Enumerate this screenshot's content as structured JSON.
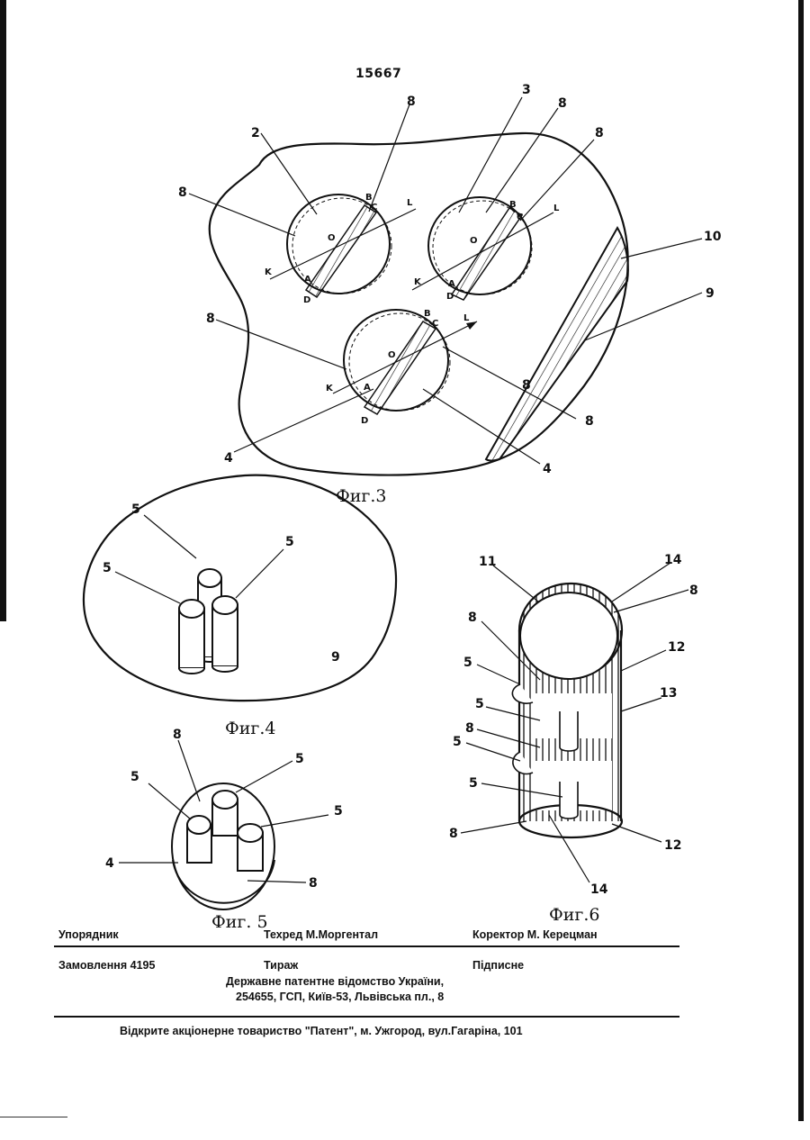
{
  "patent_number": "15667",
  "figures": {
    "fig3": {
      "caption": "Фиг.3",
      "numbers": [
        "2",
        "3",
        "4",
        "4",
        "8",
        "8",
        "8",
        "8",
        "8",
        "8",
        "8",
        "9",
        "10"
      ],
      "letters": [
        "K",
        "O",
        "A",
        "B",
        "C",
        "D",
        "L"
      ]
    },
    "fig4": {
      "caption": "Фиг.4",
      "numbers": [
        "5",
        "5",
        "5",
        "9"
      ]
    },
    "fig5": {
      "caption": "Фиг. 5",
      "numbers": [
        "8",
        "5",
        "5",
        "5",
        "4",
        "8"
      ]
    },
    "fig6": {
      "caption": "Фиг.6",
      "numbers": [
        "11",
        "14",
        "8",
        "8",
        "12",
        "5",
        "5",
        "13",
        "8",
        "5",
        "5",
        "8",
        "12",
        "14"
      ]
    }
  },
  "imprint": {
    "compiler_label": "Упорядник",
    "techred": "Техред М.Моргентал",
    "corrector": "Коректор М. Керецман",
    "order": "Замовлення 4195",
    "circulation": "Тираж",
    "subscription": "Підписне",
    "office_line1": "Державне патентне відомство України,",
    "office_line2": "254655, ГСП, Київ-53, Львівська пл., 8",
    "publisher": "Відкрите акціонерне товариство \"Патент\", м. Ужгород, вул.Гагаріна, 101"
  }
}
